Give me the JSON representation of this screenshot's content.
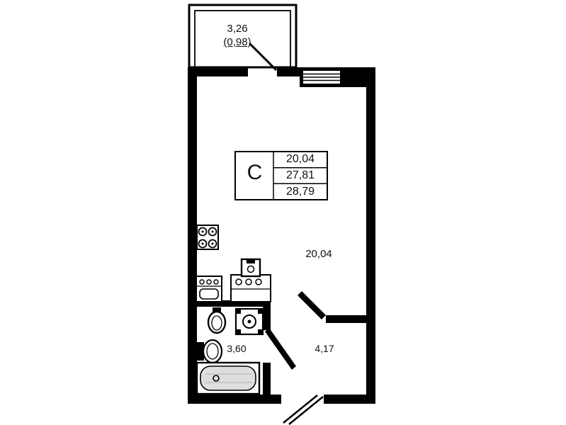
{
  "plan_title": "studio-apartment-floor-plan",
  "balcony": {
    "area": "3,26",
    "coefficient_area": "(0,98)"
  },
  "legend": {
    "flat_type": "С",
    "living_area": "20,04",
    "apartment_area": "27,81",
    "total_area": "28,79"
  },
  "rooms": {
    "living_area": "20,04",
    "bathroom_area": "3,60",
    "hallway_area": "4,17"
  },
  "fixtures": {
    "stove": "stove-icon",
    "kitchen_sink_counter": "kitchen-sink-icon",
    "kitchen_counter": "counter-icon",
    "small_sink": "small-sink-icon",
    "washing_machine": "washing-machine-icon",
    "bathroom_sink": "bathroom-sink-icon",
    "toilet": "toilet-icon",
    "bathtub": "bathtub-icon"
  },
  "colors": {
    "wall": "#000000",
    "background": "#ffffff",
    "tub_fill": "#dedede",
    "text": "#111111"
  }
}
